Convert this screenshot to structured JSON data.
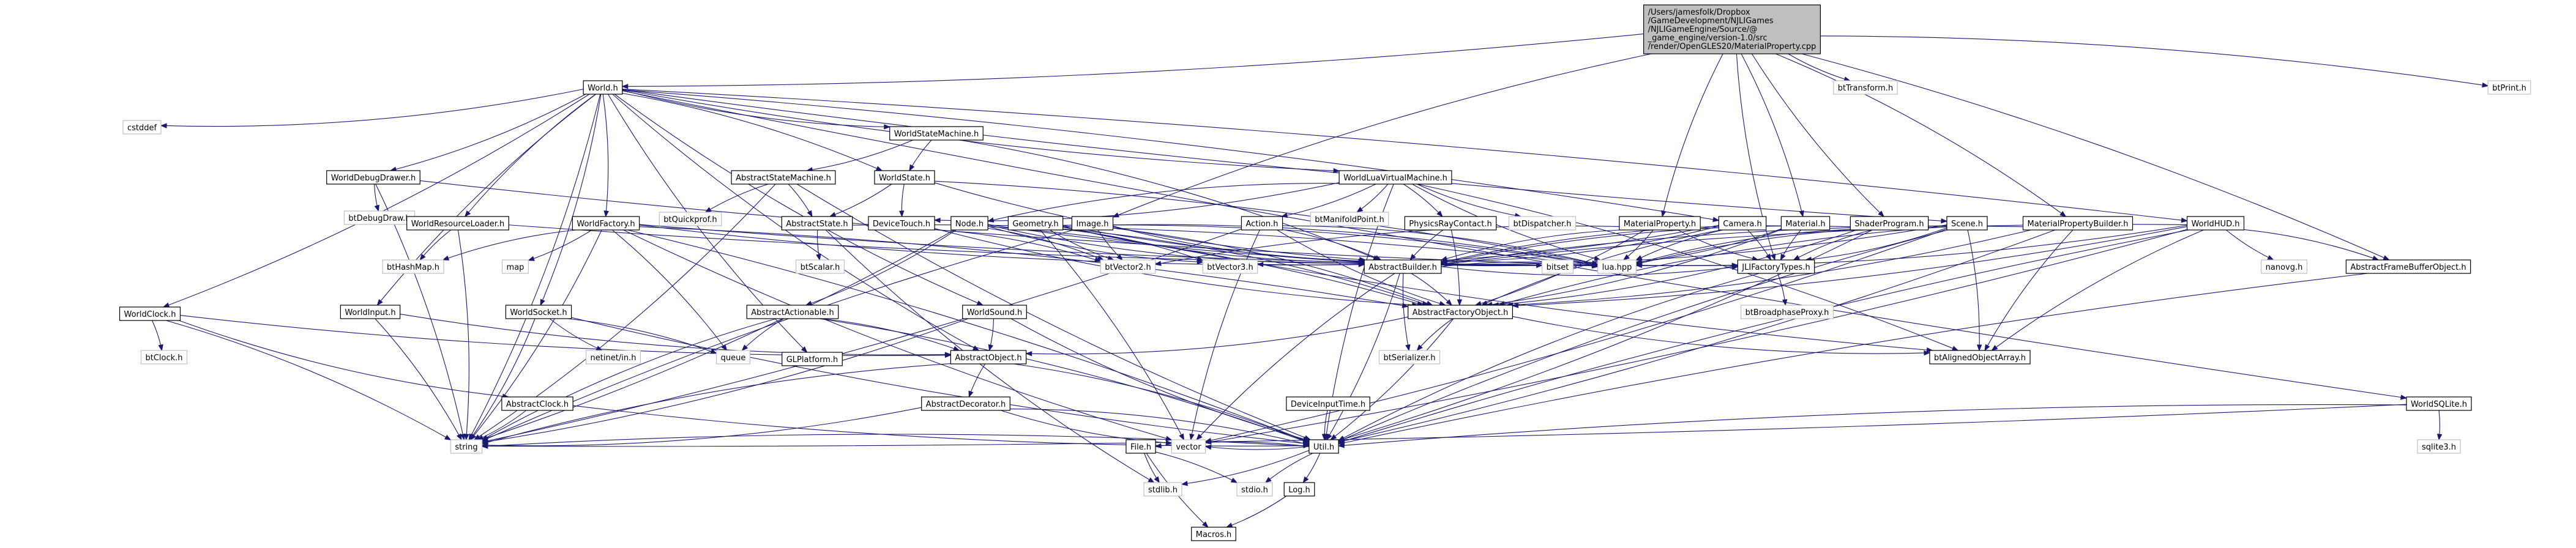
{
  "nodes": [
    {
      "id": "root",
      "lines": [
        "/Users/jamesfolk/Dropbox",
        "/GameDevelopment/NJLIGames",
        "/NJLIGameEngine/Source/@",
        "_game_engine/version-1.0/src",
        "/render/OpenGLES20/MaterialProperty.cpp"
      ],
      "style": "root"
    },
    {
      "id": "world_h",
      "label": "World.h",
      "style": "file"
    },
    {
      "id": "bttransform",
      "label": "btTransform.h",
      "style": "ext"
    },
    {
      "id": "btprint",
      "label": "btPrint.h",
      "style": "ext"
    },
    {
      "id": "cstddef",
      "label": "cstddef",
      "style": "ext"
    },
    {
      "id": "worldstatemachine",
      "label": "WorldStateMachine.h",
      "style": "file"
    },
    {
      "id": "worlddebugdrawer",
      "label": "WorldDebugDrawer.h",
      "style": "file"
    },
    {
      "id": "abstractstatemachine",
      "label": "AbstractStateMachine.h",
      "style": "file"
    },
    {
      "id": "worldstate",
      "label": "WorldState.h",
      "style": "file"
    },
    {
      "id": "worldluavm",
      "label": "WorldLuaVirtualMachine.h",
      "style": "file"
    },
    {
      "id": "btdebugdraw",
      "label": "btDebugDraw.h",
      "style": "ext"
    },
    {
      "id": "btquickprof",
      "label": "btQuickprof.h",
      "style": "ext"
    },
    {
      "id": "btmanifoldpoint",
      "label": "btManifoldPoint.h",
      "style": "ext"
    },
    {
      "id": "worldresourceloader",
      "label": "WorldResourceLoader.h",
      "style": "file"
    },
    {
      "id": "worldfactory",
      "label": "WorldFactory.h",
      "style": "file"
    },
    {
      "id": "abstractstate",
      "label": "AbstractState.h",
      "style": "file"
    },
    {
      "id": "devicetouch",
      "label": "DeviceTouch.h",
      "style": "file"
    },
    {
      "id": "node_h",
      "label": "Node.h",
      "style": "file"
    },
    {
      "id": "geometry_h",
      "label": "Geometry.h",
      "style": "file"
    },
    {
      "id": "image_h",
      "label": "Image.h",
      "style": "file"
    },
    {
      "id": "action_h",
      "label": "Action.h",
      "style": "file"
    },
    {
      "id": "physicsraycontact",
      "label": "PhysicsRayContact.h",
      "style": "file"
    },
    {
      "id": "btdispatcher",
      "label": "btDispatcher.h",
      "style": "ext"
    },
    {
      "id": "materialproperty",
      "label": "MaterialProperty.h",
      "style": "file"
    },
    {
      "id": "camera_h",
      "label": "Camera.h",
      "style": "file"
    },
    {
      "id": "material_h",
      "label": "Material.h",
      "style": "file"
    },
    {
      "id": "shaderprogram",
      "label": "ShaderProgram.h",
      "style": "file"
    },
    {
      "id": "scene_h",
      "label": "Scene.h",
      "style": "file"
    },
    {
      "id": "materialpropertybuilder",
      "label": "MaterialPropertyBuilder.h",
      "style": "file"
    },
    {
      "id": "worldhud",
      "label": "WorldHUD.h",
      "style": "file"
    },
    {
      "id": "bthashmap",
      "label": "btHashMap.h",
      "style": "ext"
    },
    {
      "id": "map",
      "label": "map",
      "style": "ext"
    },
    {
      "id": "btscalar",
      "label": "btScalar.h",
      "style": "ext"
    },
    {
      "id": "btvector2",
      "label": "btVector2.h",
      "style": "ext"
    },
    {
      "id": "btvector3",
      "label": "btVector3.h",
      "style": "ext"
    },
    {
      "id": "abstractbuilder",
      "label": "AbstractBuilder.h",
      "style": "file"
    },
    {
      "id": "bitset",
      "label": "bitset",
      "style": "ext"
    },
    {
      "id": "lua_hpp",
      "label": "lua.hpp",
      "style": "ext"
    },
    {
      "id": "jlifactorytypes",
      "label": "JLIFactoryTypes.h",
      "style": "file"
    },
    {
      "id": "nanovg",
      "label": "nanovg.h",
      "style": "ext"
    },
    {
      "id": "abstractframebufferobject",
      "label": "AbstractFrameBufferObject.h",
      "style": "file"
    },
    {
      "id": "worldclock",
      "label": "WorldClock.h",
      "style": "file"
    },
    {
      "id": "worldinput",
      "label": "WorldInput.h",
      "style": "file"
    },
    {
      "id": "worldsocket",
      "label": "WorldSocket.h",
      "style": "file"
    },
    {
      "id": "abstractactionable",
      "label": "AbstractActionable.h",
      "style": "file"
    },
    {
      "id": "worldsound",
      "label": "WorldSound.h",
      "style": "file"
    },
    {
      "id": "abstractfactoryobject",
      "label": "AbstractFactoryObject.h",
      "style": "file"
    },
    {
      "id": "btbroadphaseproxy",
      "label": "btBroadphaseProxy.h",
      "style": "ext"
    },
    {
      "id": "btclock",
      "label": "btClock.h",
      "style": "ext"
    },
    {
      "id": "queue",
      "label": "queue",
      "style": "ext"
    },
    {
      "id": "netinet_in",
      "label": "netinet/in.h",
      "style": "ext"
    },
    {
      "id": "glplatform",
      "label": "GLPlatform.h",
      "style": "file"
    },
    {
      "id": "abstractobject",
      "label": "AbstractObject.h",
      "style": "file"
    },
    {
      "id": "btserializer",
      "label": "btSerializer.h",
      "style": "ext"
    },
    {
      "id": "btalignedobjectarray",
      "label": "btAlignedObjectArray.h",
      "style": "file"
    },
    {
      "id": "worldsqlite",
      "label": "WorldSQLite.h",
      "style": "file"
    },
    {
      "id": "abstractclock",
      "label": "AbstractClock.h",
      "style": "file"
    },
    {
      "id": "abstractdecorator",
      "label": "AbstractDecorator.h",
      "style": "file"
    },
    {
      "id": "deviceinputtime",
      "label": "DeviceInputTime.h",
      "style": "file"
    },
    {
      "id": "sqlite3",
      "label": "sqlite3.h",
      "style": "ext"
    },
    {
      "id": "string",
      "label": "string",
      "style": "ext"
    },
    {
      "id": "vector",
      "label": "vector",
      "style": "ext"
    },
    {
      "id": "util_h",
      "label": "Util.h",
      "style": "file"
    },
    {
      "id": "file_h",
      "label": "File.h",
      "style": "file"
    },
    {
      "id": "stdio_h",
      "label": "stdio.h",
      "style": "ext"
    },
    {
      "id": "stdlib_h",
      "label": "stdlib.h",
      "style": "ext"
    },
    {
      "id": "log_h",
      "label": "Log.h",
      "style": "file"
    },
    {
      "id": "macros_h",
      "label": "Macros.h",
      "style": "file"
    }
  ],
  "edges": [
    [
      "root",
      "world_h"
    ],
    [
      "root",
      "bttransform"
    ],
    [
      "root",
      "btprint"
    ],
    [
      "root",
      "materialproperty"
    ],
    [
      "root",
      "materialpropertybuilder"
    ],
    [
      "root",
      "image_h"
    ],
    [
      "root",
      "material_h"
    ],
    [
      "root",
      "shaderprogram"
    ],
    [
      "root",
      "abstractframebufferobject"
    ],
    [
      "root",
      "jlifactorytypes"
    ],
    [
      "world_h",
      "cstddef"
    ],
    [
      "world_h",
      "worldstatemachine"
    ],
    [
      "world_h",
      "worlddebugdrawer"
    ],
    [
      "world_h",
      "worldresourceloader"
    ],
    [
      "world_h",
      "worldfactory"
    ],
    [
      "world_h",
      "worldluavm"
    ],
    [
      "world_h",
      "worldclock"
    ],
    [
      "world_h",
      "worldinput"
    ],
    [
      "world_h",
      "worldsocket"
    ],
    [
      "world_h",
      "worldsound"
    ],
    [
      "world_h",
      "worldhud"
    ],
    [
      "world_h",
      "worldsqlite"
    ],
    [
      "world_h",
      "worldstate"
    ],
    [
      "world_h",
      "scene_h"
    ],
    [
      "world_h",
      "string"
    ],
    [
      "world_h",
      "abstractobject"
    ],
    [
      "world_h",
      "camera_h"
    ],
    [
      "world_h",
      "glplatform"
    ],
    [
      "worldstatemachine",
      "abstractstatemachine"
    ],
    [
      "worldstatemachine",
      "worldstate"
    ],
    [
      "worldstatemachine",
      "abstractbuilder"
    ],
    [
      "worlddebugdrawer",
      "btdebugdraw"
    ],
    [
      "worlddebugdrawer",
      "string"
    ],
    [
      "worlddebugdrawer",
      "lua_hpp"
    ],
    [
      "abstractstatemachine",
      "abstractstate"
    ],
    [
      "abstractstatemachine",
      "btquickprof"
    ],
    [
      "abstractstatemachine",
      "string"
    ],
    [
      "abstractstatemachine",
      "util_h"
    ],
    [
      "worldstate",
      "abstractstate"
    ],
    [
      "worldstate",
      "devicetouch"
    ],
    [
      "worldstate",
      "lua_hpp"
    ],
    [
      "worldstate",
      "abstractbuilder"
    ],
    [
      "worldluavm",
      "btmanifoldpoint"
    ],
    [
      "worldluavm",
      "btdispatcher"
    ],
    [
      "worldluavm",
      "physicsraycontact"
    ],
    [
      "worldluavm",
      "lua_hpp"
    ],
    [
      "worldluavm",
      "devicetouch"
    ],
    [
      "worldluavm",
      "node_h"
    ],
    [
      "worldluavm",
      "action_h"
    ],
    [
      "worldluavm",
      "util_h"
    ],
    [
      "worldluavm",
      "btalignedobjectarray"
    ],
    [
      "worldresourceloader",
      "bthashmap"
    ],
    [
      "worldresourceloader",
      "string"
    ],
    [
      "worldresourceloader",
      "jlifactorytypes"
    ],
    [
      "worldfactory",
      "map"
    ],
    [
      "worldfactory",
      "jlifactorytypes"
    ],
    [
      "worldfactory",
      "abstractfactoryobject"
    ],
    [
      "worldfactory",
      "abstractbuilder"
    ],
    [
      "worldfactory",
      "string"
    ],
    [
      "worldfactory",
      "vector"
    ],
    [
      "worldfactory",
      "util_h"
    ],
    [
      "worldfactory",
      "bthashmap"
    ],
    [
      "worldfactory",
      "queue"
    ],
    [
      "abstractstate",
      "btscalar"
    ],
    [
      "abstractstate",
      "lua_hpp"
    ],
    [
      "abstractstate",
      "stdlib_h"
    ],
    [
      "devicetouch",
      "btvector2"
    ],
    [
      "devicetouch",
      "abstractfactoryobject"
    ],
    [
      "node_h",
      "abstractactionable"
    ],
    [
      "node_h",
      "abstractbuilder"
    ],
    [
      "node_h",
      "btvector2"
    ],
    [
      "node_h",
      "btvector3"
    ],
    [
      "node_h",
      "abstractfactoryobject"
    ],
    [
      "node_h",
      "lua_hpp"
    ],
    [
      "node_h",
      "string"
    ],
    [
      "geometry_h",
      "btvector2"
    ],
    [
      "geometry_h",
      "btvector3"
    ],
    [
      "geometry_h",
      "abstractbuilder"
    ],
    [
      "geometry_h",
      "abstractfactoryobject"
    ],
    [
      "geometry_h",
      "btalignedobjectarray"
    ],
    [
      "geometry_h",
      "lua_hpp"
    ],
    [
      "geometry_h",
      "bitset"
    ],
    [
      "geometry_h",
      "vector"
    ],
    [
      "image_h",
      "abstractbuilder"
    ],
    [
      "image_h",
      "abstractfactoryobject"
    ],
    [
      "image_h",
      "btvector2"
    ],
    [
      "image_h",
      "lua_hpp"
    ],
    [
      "image_h",
      "string"
    ],
    [
      "action_h",
      "abstractbuilder"
    ],
    [
      "action_h",
      "abstractfactoryobject"
    ],
    [
      "action_h",
      "lua_hpp"
    ],
    [
      "action_h",
      "vector"
    ],
    [
      "action_h",
      "string"
    ],
    [
      "physicsraycontact",
      "abstractbuilder"
    ],
    [
      "physicsraycontact",
      "abstractfactoryobject"
    ],
    [
      "materialproperty",
      "abstractbuilder"
    ],
    [
      "materialproperty",
      "abstractfactoryobject"
    ],
    [
      "materialproperty",
      "jlifactorytypes"
    ],
    [
      "materialproperty",
      "lua_hpp"
    ],
    [
      "materialproperty",
      "btvector2"
    ],
    [
      "camera_h",
      "abstractbuilder"
    ],
    [
      "camera_h",
      "abstractfactoryobject"
    ],
    [
      "camera_h",
      "jlifactorytypes"
    ],
    [
      "camera_h",
      "lua_hpp"
    ],
    [
      "camera_h",
      "btvector3"
    ],
    [
      "material_h",
      "abstractbuilder"
    ],
    [
      "material_h",
      "abstractfactoryobject"
    ],
    [
      "material_h",
      "jlifactorytypes"
    ],
    [
      "material_h",
      "lua_hpp"
    ],
    [
      "shaderprogram",
      "abstractbuilder"
    ],
    [
      "shaderprogram",
      "abstractfactoryobject"
    ],
    [
      "shaderprogram",
      "jlifactorytypes"
    ],
    [
      "shaderprogram",
      "util_h"
    ],
    [
      "shaderprogram",
      "lua_hpp"
    ],
    [
      "scene_h",
      "abstractbuilder"
    ],
    [
      "scene_h",
      "abstractfactoryobject"
    ],
    [
      "scene_h",
      "jlifactorytypes"
    ],
    [
      "scene_h",
      "lua_hpp"
    ],
    [
      "scene_h",
      "btalignedobjectarray"
    ],
    [
      "scene_h",
      "util_h"
    ],
    [
      "scene_h",
      "vector"
    ],
    [
      "materialpropertybuilder",
      "abstractbuilder"
    ],
    [
      "materialpropertybuilder",
      "abstractfactoryobject"
    ],
    [
      "materialpropertybuilder",
      "btalignedobjectarray"
    ],
    [
      "materialpropertybuilder",
      "util_h"
    ],
    [
      "worldhud",
      "nanovg"
    ],
    [
      "worldhud",
      "abstractframebufferobject"
    ],
    [
      "worldhud",
      "abstractbuilder"
    ],
    [
      "worldhud",
      "abstractfactoryobject"
    ],
    [
      "worldhud",
      "btalignedobjectarray"
    ],
    [
      "worldhud",
      "lua_hpp"
    ],
    [
      "worldhud",
      "util_h"
    ],
    [
      "worldhud",
      "vector"
    ],
    [
      "abstractframebufferobject",
      "util_h"
    ],
    [
      "abstractbuilder",
      "abstractfactoryobject"
    ],
    [
      "abstractbuilder",
      "jlifactorytypes"
    ],
    [
      "abstractbuilder",
      "util_h"
    ],
    [
      "abstractbuilder",
      "vector"
    ],
    [
      "abstractbuilder",
      "lua_hpp"
    ],
    [
      "abstractbuilder",
      "btserializer"
    ],
    [
      "jlifactorytypes",
      "btbroadphaseproxy"
    ],
    [
      "jlifactorytypes",
      "util_h"
    ],
    [
      "abstractfactoryobject",
      "abstractobject"
    ],
    [
      "abstractfactoryobject",
      "btserializer"
    ],
    [
      "abstractfactoryobject",
      "util_h"
    ],
    [
      "abstractfactoryobject",
      "btalignedobjectarray"
    ],
    [
      "worldclock",
      "btclock"
    ],
    [
      "worldclock",
      "abstractclock"
    ],
    [
      "worldclock",
      "string"
    ],
    [
      "worldclock",
      "abstractobject"
    ],
    [
      "worldinput",
      "string"
    ],
    [
      "worldinput",
      "abstractobject"
    ],
    [
      "worldsocket",
      "queue"
    ],
    [
      "worldsocket",
      "netinet_in"
    ],
    [
      "worldsocket",
      "string"
    ],
    [
      "worldsocket",
      "util_h"
    ],
    [
      "abstractactionable",
      "abstractobject"
    ],
    [
      "abstractactionable",
      "string"
    ],
    [
      "abstractactionable",
      "util_h"
    ],
    [
      "abstractactionable",
      "queue"
    ],
    [
      "worldsound",
      "abstractobject"
    ],
    [
      "worldsound",
      "util_h"
    ],
    [
      "worldsound",
      "string"
    ],
    [
      "abstractobject",
      "abstractdecorator"
    ],
    [
      "abstractobject",
      "util_h"
    ],
    [
      "abstractobject",
      "string"
    ],
    [
      "abstractdecorator",
      "util_h"
    ],
    [
      "abstractdecorator",
      "vector"
    ],
    [
      "abstractdecorator",
      "string"
    ],
    [
      "abstractclock",
      "util_h"
    ],
    [
      "abstractclock",
      "string"
    ],
    [
      "deviceinputtime",
      "util_h"
    ],
    [
      "worldsqlite",
      "sqlite3"
    ],
    [
      "worldsqlite",
      "util_h"
    ],
    [
      "worldsqlite",
      "string"
    ],
    [
      "util_h",
      "file_h"
    ],
    [
      "util_h",
      "log_h"
    ],
    [
      "util_h",
      "stdio_h"
    ],
    [
      "util_h",
      "stdlib_h"
    ],
    [
      "util_h",
      "string"
    ],
    [
      "util_h",
      "vector"
    ],
    [
      "file_h",
      "stdlib_h"
    ],
    [
      "file_h",
      "stdio_h"
    ],
    [
      "file_h",
      "macros_h"
    ],
    [
      "log_h",
      "macros_h"
    ]
  ],
  "colors": {
    "root_fill": "#bfbfbf",
    "root_stroke": "#000000",
    "file_fill": "#ffffff",
    "file_stroke": "#000000",
    "ext_fill": "#ffffff",
    "ext_stroke": "#bfbfbf",
    "edge": "#191970",
    "background": "#ffffff"
  }
}
